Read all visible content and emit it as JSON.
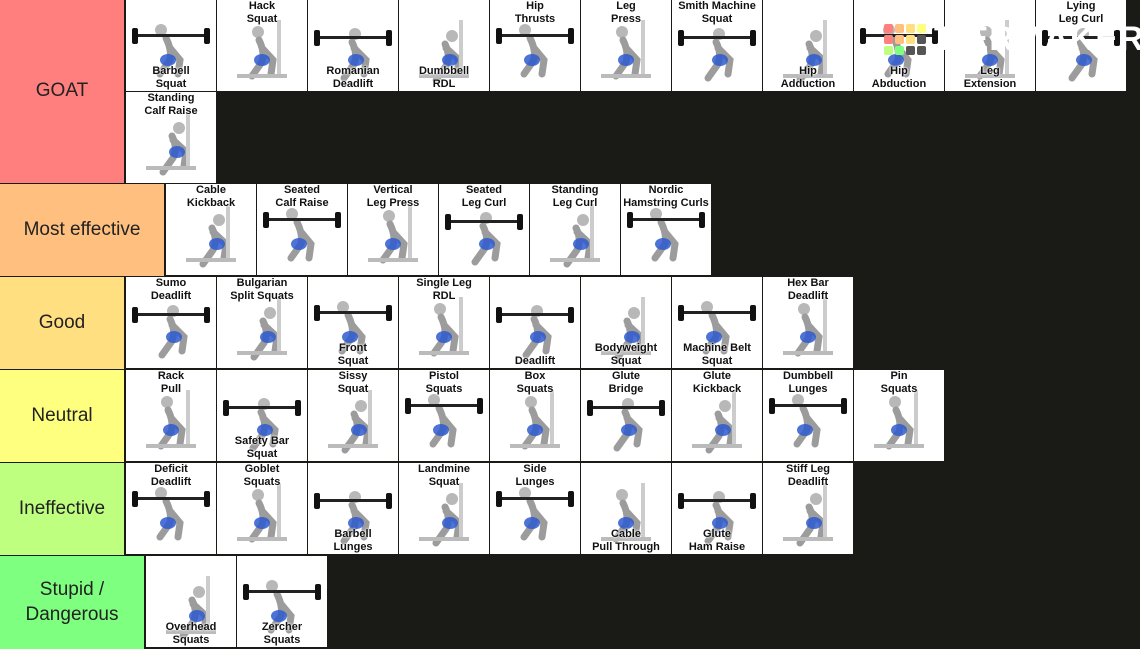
{
  "logo": {
    "text": "TiERMAKER",
    "grid_colors": [
      "#ff7f7f",
      "#ffbf7f",
      "#ffdf7f",
      "#ffff7f",
      "#ff7f7f",
      "#ffbf7f",
      "#ffdf7f",
      "#555555",
      "#bfff7f",
      "#7fff7f",
      "#555555",
      "#555555"
    ]
  },
  "tiers": [
    {
      "name": "GOAT",
      "color": "#ff7f7f",
      "items": [
        {
          "label": "Barbell\nSquat",
          "pos": "bottom"
        },
        {
          "label": "Hack\nSquat",
          "pos": "top"
        },
        {
          "label": "Romanian\nDeadlift",
          "pos": "bottom"
        },
        {
          "label": "Dumbbell\nRDL",
          "pos": "bottom"
        },
        {
          "label": "Hip\nThrusts",
          "pos": "top"
        },
        {
          "label": "Leg\nPress",
          "pos": "top"
        },
        {
          "label": "Smith Machine\nSquat",
          "pos": "top"
        },
        {
          "label": "Hip\nAdduction",
          "pos": "bottom"
        },
        {
          "label": "Hip\nAbduction",
          "pos": "bottom"
        },
        {
          "label": "Leg\nExtension",
          "pos": "bottom"
        },
        {
          "label": "Lying\nLeg Curl",
          "pos": "top"
        },
        {
          "label": "Standing\nCalf Raise",
          "pos": "top"
        }
      ]
    },
    {
      "name": "Most effective",
      "color": "#ffbf7f",
      "items": [
        {
          "label": "Cable\nKickback",
          "pos": "top"
        },
        {
          "label": "Seated\nCalf Raise",
          "pos": "top"
        },
        {
          "label": "Vertical\nLeg Press",
          "pos": "top"
        },
        {
          "label": "Seated\nLeg Curl",
          "pos": "top"
        },
        {
          "label": "Standing\nLeg Curl",
          "pos": "top"
        },
        {
          "label": "Nordic\nHamstring Curls",
          "pos": "top"
        }
      ]
    },
    {
      "name": "Good",
      "color": "#ffdf7f",
      "items": [
        {
          "label": "Sumo\nDeadlift",
          "pos": "top"
        },
        {
          "label": "Bulgarian\nSplit Squats",
          "pos": "top"
        },
        {
          "label": "Front\nSquat",
          "pos": "bottom"
        },
        {
          "label": "Single Leg\nRDL",
          "pos": "top"
        },
        {
          "label": "Deadlift",
          "pos": "bottom"
        },
        {
          "label": "Bodyweight\nSquat",
          "pos": "bottom"
        },
        {
          "label": "Machine Belt\nSquat",
          "pos": "bottom"
        },
        {
          "label": "Hex Bar\nDeadlift",
          "pos": "top"
        }
      ]
    },
    {
      "name": "Neutral",
      "color": "#ffff7f",
      "items": [
        {
          "label": "Rack\nPull",
          "pos": "top"
        },
        {
          "label": "Safety Bar\nSquat",
          "pos": "bottom"
        },
        {
          "label": "Sissy\nSquat",
          "pos": "top"
        },
        {
          "label": "Pistol\nSquats",
          "pos": "top"
        },
        {
          "label": "Box\nSquats",
          "pos": "top"
        },
        {
          "label": "Glute\nBridge",
          "pos": "top"
        },
        {
          "label": "Glute\nKickback",
          "pos": "top"
        },
        {
          "label": "Dumbbell\nLunges",
          "pos": "top"
        },
        {
          "label": "Pin\nSquats",
          "pos": "top"
        }
      ]
    },
    {
      "name": "Ineffective",
      "color": "#bfff7f",
      "items": [
        {
          "label": "Deficit\nDeadlift",
          "pos": "top"
        },
        {
          "label": "Goblet\nSquats",
          "pos": "top"
        },
        {
          "label": "Barbell\nLunges",
          "pos": "bottom"
        },
        {
          "label": "Landmine\nSquat",
          "pos": "top"
        },
        {
          "label": "Side\nLunges",
          "pos": "top"
        },
        {
          "label": "Cable\nPull Through",
          "pos": "bottom"
        },
        {
          "label": "Glute\nHam Raise",
          "pos": "bottom"
        },
        {
          "label": "Stiff Leg\nDeadlift",
          "pos": "top"
        }
      ]
    },
    {
      "name": "Stupid / Dangerous",
      "color": "#7fff7f",
      "items": [
        {
          "label": "Overhead\nSquats",
          "pos": "bottom"
        },
        {
          "label": "Zercher\nSquats",
          "pos": "bottom"
        }
      ]
    }
  ]
}
